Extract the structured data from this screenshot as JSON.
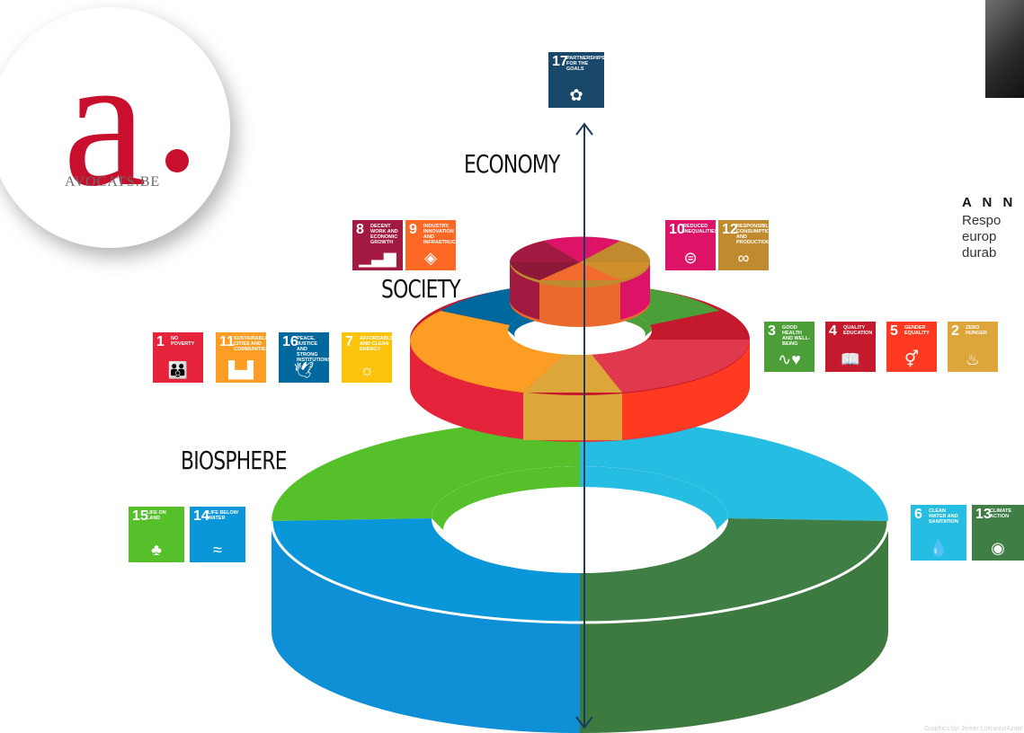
{
  "logo": {
    "letter": "a",
    "brand": "AVOCATS.BE"
  },
  "author": {
    "name": "A N N",
    "bio_lines": [
      "Respo",
      "europ",
      "durab"
    ]
  },
  "layers": {
    "economy": "ECONOMY",
    "society": "SOCIETY",
    "biosphere": "BIOSPHERE"
  },
  "sdg_tiles": {
    "t17": {
      "num": "17",
      "text": "PARTNERSHIPS FOR THE GOALS",
      "icon": "flower-icon",
      "color": "#19486a"
    },
    "t8": {
      "num": "8",
      "text": "DECENT WORK AND ECONOMIC GROWTH",
      "icon": "growth-chart-icon",
      "color": "#a21942"
    },
    "t9": {
      "num": "9",
      "text": "INDUSTRY, INNOVATION AND INFRASTRUCTURE",
      "icon": "cubes-icon",
      "color": "#fd6925"
    },
    "t10": {
      "num": "10",
      "text": "REDUCED INEQUALITIES",
      "icon": "equals-icon",
      "color": "#dd1367"
    },
    "t12": {
      "num": "12",
      "text": "RESPONSIBLE CONSUMPTION AND PRODUCTION",
      "icon": "infinity-icon",
      "color": "#bf8b2e"
    },
    "t1": {
      "num": "1",
      "text": "NO POVERTY",
      "icon": "family-icon",
      "color": "#e5243b"
    },
    "t11": {
      "num": "11",
      "text": "SUSTAINABLE CITIES AND COMMUNITIES",
      "icon": "buildings-icon",
      "color": "#fd9d24"
    },
    "t16": {
      "num": "16",
      "text": "PEACE, JUSTICE AND STRONG INSTITUTIONS",
      "icon": "dove-icon",
      "color": "#00689d"
    },
    "t7": {
      "num": "7",
      "text": "AFFORDABLE AND CLEAN ENERGY",
      "icon": "sun-icon",
      "color": "#fcc30b"
    },
    "t3": {
      "num": "3",
      "text": "GOOD HEALTH AND WELL-BEING",
      "icon": "heartbeat-icon",
      "color": "#4c9f38"
    },
    "t4": {
      "num": "4",
      "text": "QUALITY EDUCATION",
      "icon": "book-icon",
      "color": "#c5192d"
    },
    "t5": {
      "num": "5",
      "text": "GENDER EQUALITY",
      "icon": "gender-icon",
      "color": "#ff3a21"
    },
    "t2": {
      "num": "2",
      "text": "ZERO HUNGER",
      "icon": "bowl-icon",
      "color": "#dda63a"
    },
    "t15": {
      "num": "15",
      "text": "LIFE ON LAND",
      "icon": "tree-icon",
      "color": "#56c02b"
    },
    "t14": {
      "num": "14",
      "text": "LIFE BELOW WATER",
      "icon": "fish-icon",
      "color": "#0a97d9"
    },
    "t6": {
      "num": "6",
      "text": "CLEAN WATER AND SANITATION",
      "icon": "water-drop-icon",
      "color": "#26bde2"
    },
    "t13": {
      "num": "13",
      "text": "CLIMATE ACTION",
      "icon": "eye-globe-icon",
      "color": "#3f7e44"
    }
  },
  "credit": "Graphics by: Jerker Lokrantz/Azote"
}
